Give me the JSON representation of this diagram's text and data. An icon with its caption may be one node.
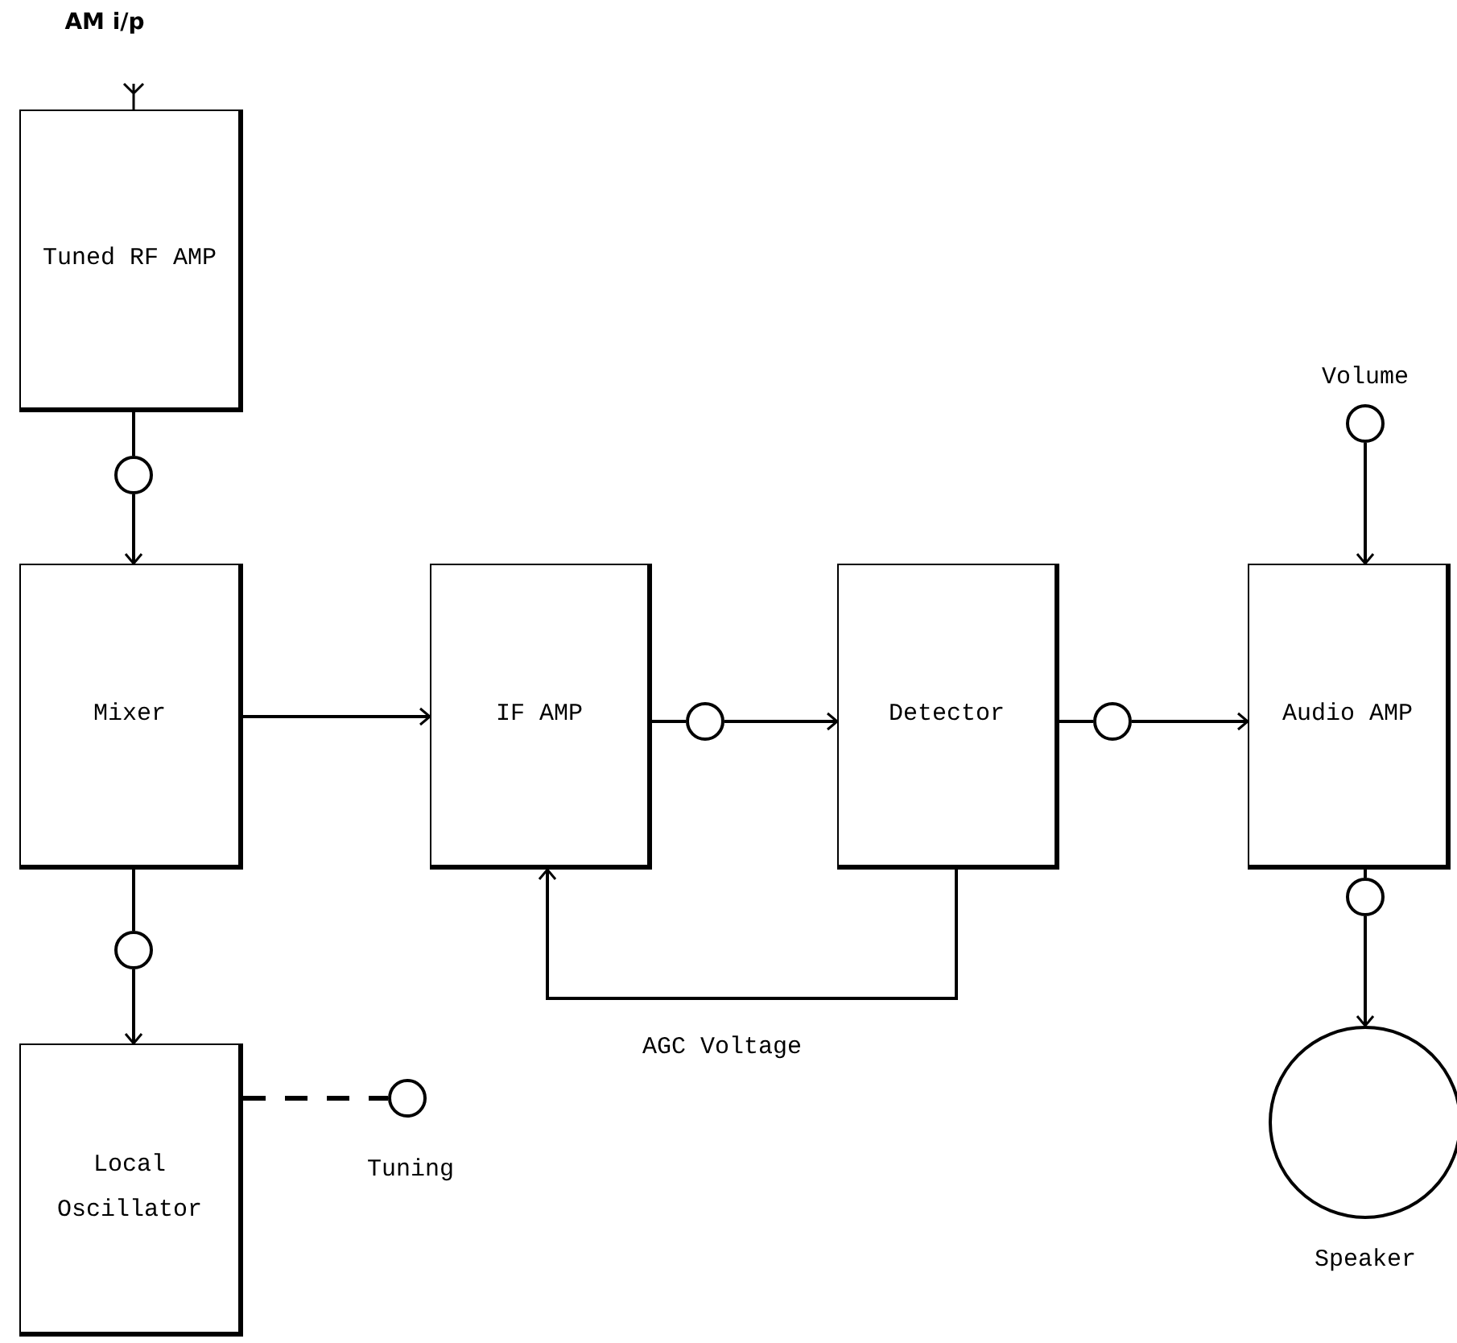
{
  "diagram": {
    "nodes": [
      {
        "text": [
          "Tuned RF AMP"
        ],
        "beside": [
          "AM i/p"
        ]
      },
      {
        "text": [],
        "shape": "circle"
      },
      {
        "text": [
          "Mixer"
        ]
      },
      {
        "text": [
          "IF AMP"
        ]
      },
      {
        "text": [],
        "shape": "circle"
      },
      {
        "text": [
          "Detector"
        ]
      },
      {
        "text": [],
        "shape": "circle"
      },
      {
        "text": [
          "Audio AMP"
        ]
      },
      {
        "text": [],
        "shape": "circle",
        "beside": [
          "Volume"
        ]
      },
      {
        "text": [],
        "shape": "circle"
      },
      {
        "text": [
          "Local Oscillator"
        ]
      },
      {
        "text": [],
        "shape": "circle",
        "beside": [
          "Tuning"
        ]
      },
      {
        "text": [],
        "shape": "circle"
      },
      {
        "text": [],
        "shape": "circle",
        "beside": [
          "Speaker"
        ]
      }
    ],
    "edges": [
      {
        "from": 0,
        "to": 1,
        "arrow": "none"
      },
      {
        "from": 1,
        "to": 2,
        "arrow": "to"
      },
      {
        "from": 2,
        "to": 3,
        "arrow": "to"
      },
      {
        "from": 3,
        "to": 4,
        "arrow": "none"
      },
      {
        "from": 4,
        "to": 5,
        "arrow": "to"
      },
      {
        "from": 5,
        "to": 6,
        "arrow": "none"
      },
      {
        "from": 6,
        "to": 7,
        "arrow": "to"
      },
      {
        "from": 8,
        "to": 7,
        "arrow": "to"
      },
      {
        "from": 2,
        "to": 9,
        "arrow": "none"
      },
      {
        "from": 9,
        "to": 10,
        "arrow": "to"
      },
      {
        "from": 10,
        "to": 11,
        "arrow": "none",
        "style": "dashed"
      },
      {
        "from": 7,
        "to": 12,
        "arrow": "none"
      },
      {
        "from": 12,
        "to": 13,
        "arrow": "to"
      },
      {
        "from": 5,
        "to": 3,
        "arrow": "to",
        "label": "AGC Voltage"
      }
    ]
  }
}
